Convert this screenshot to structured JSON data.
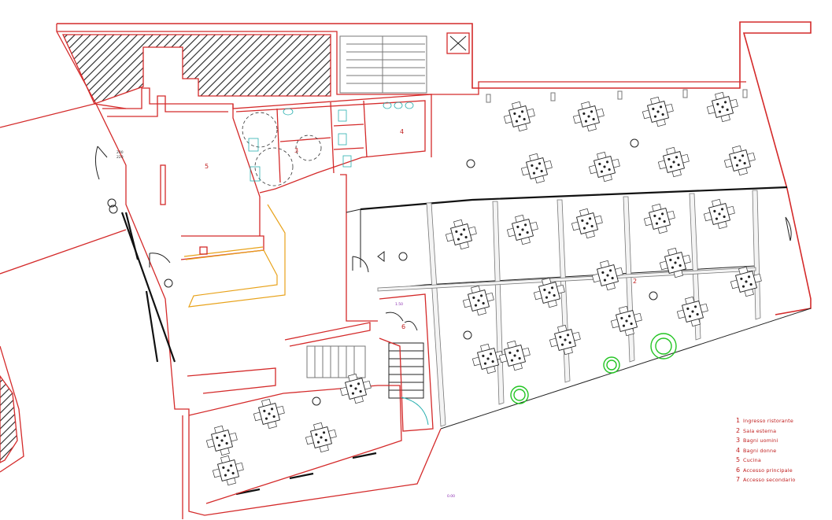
{
  "plan": {
    "room_numbers": [
      "5",
      "3",
      "4",
      "2",
      "6"
    ],
    "dimension_marks": [
      "200",
      "220",
      "1.50",
      "0.00"
    ],
    "legend": [
      {
        "num": "1",
        "label": "Ingresso ristorante"
      },
      {
        "num": "2",
        "label": "Sala esterna"
      },
      {
        "num": "3",
        "label": "Bagni uomini"
      },
      {
        "num": "4",
        "label": "Bagni donne"
      },
      {
        "num": "5",
        "label": "Cucina"
      },
      {
        "num": "6",
        "label": "Accesso principale"
      },
      {
        "num": "7",
        "label": "Accesso secondario"
      }
    ]
  },
  "colors": {
    "walls": "#d42a2a",
    "furniture": "#222222",
    "fixtures": "#2ab0b0",
    "kitchen": "#e8a21a",
    "trees": "#22c422"
  }
}
